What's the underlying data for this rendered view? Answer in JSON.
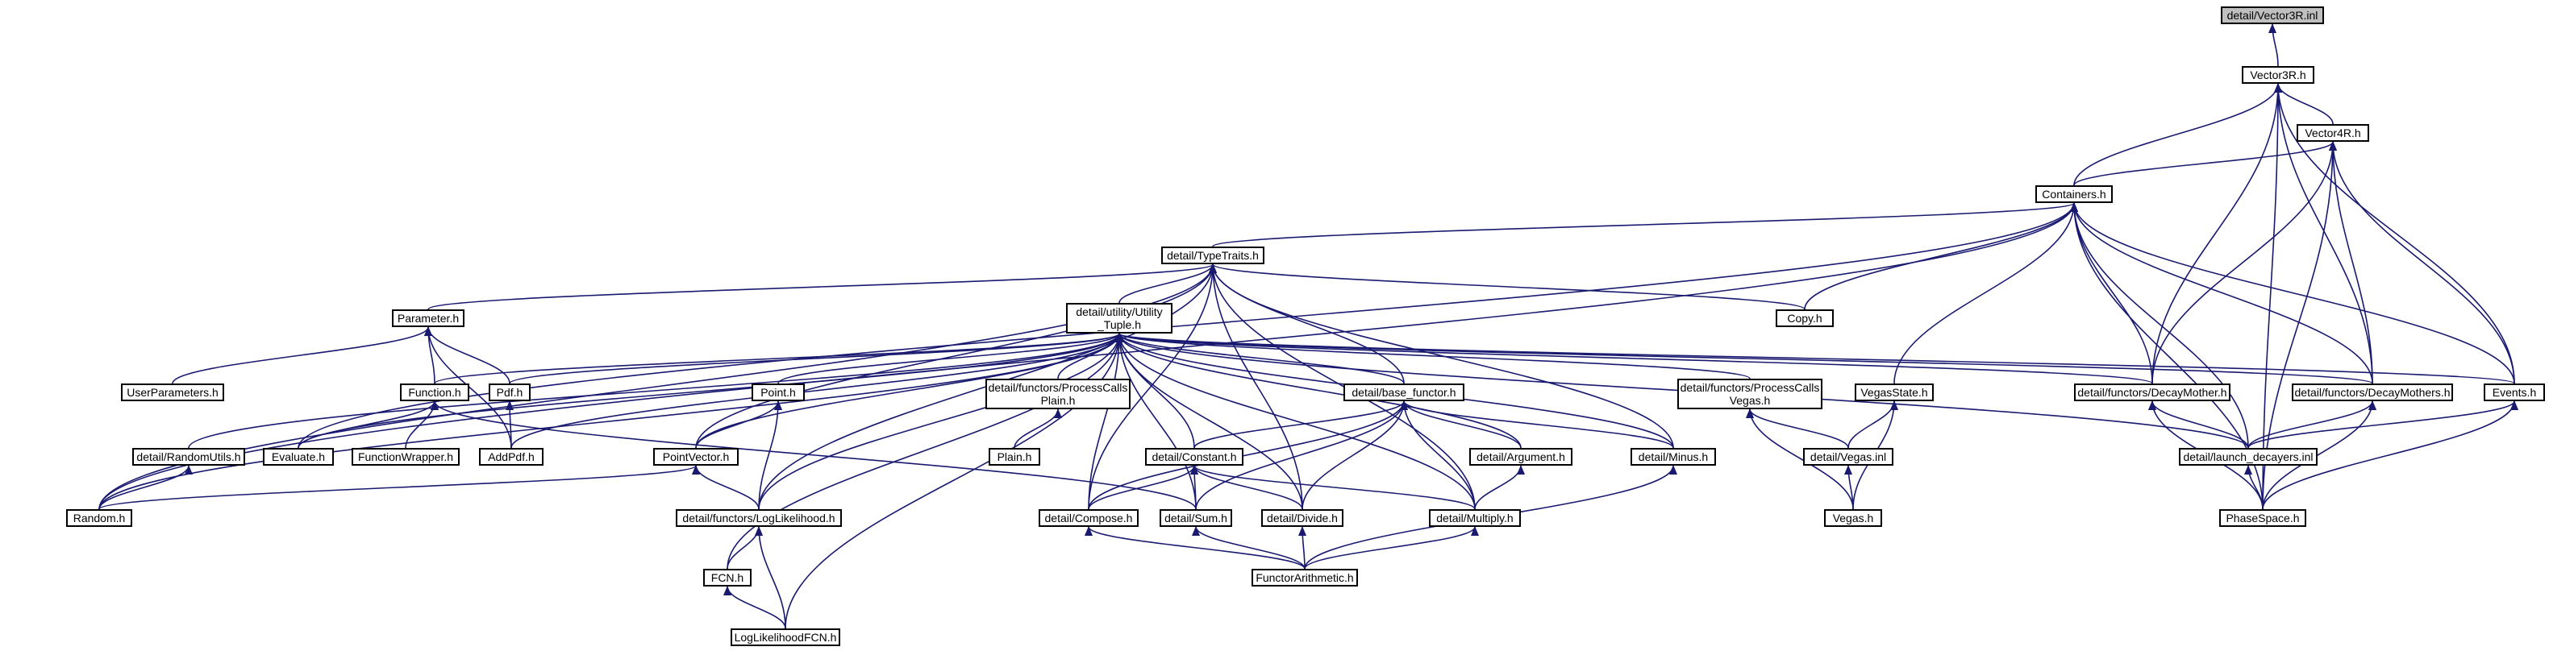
{
  "graph": {
    "edge_color": "#191970",
    "root_fill": "#bfbfbf",
    "nodes": [
      {
        "id": "vector3r_inl",
        "label": "detail/Vector3R.inl",
        "root": true
      },
      {
        "id": "vector3r_h",
        "label": "Vector3R.h"
      },
      {
        "id": "vector4r_h",
        "label": "Vector4R.h"
      },
      {
        "id": "containers_h",
        "label": "Containers.h"
      },
      {
        "id": "typetraits_h",
        "label": "detail/TypeTraits.h"
      },
      {
        "id": "utility_tuple_h",
        "label": "detail/utility/Utility\n_Tuple.h"
      },
      {
        "id": "parameter_h",
        "label": "Parameter.h"
      },
      {
        "id": "copy_h",
        "label": "Copy.h"
      },
      {
        "id": "userparameters_h",
        "label": "UserParameters.h"
      },
      {
        "id": "randomutils_h",
        "label": "detail/RandomUtils.h"
      },
      {
        "id": "evaluate_h",
        "label": "Evaluate.h"
      },
      {
        "id": "function_h",
        "label": "Function.h"
      },
      {
        "id": "pdf_h",
        "label": "Pdf.h"
      },
      {
        "id": "functionwrapper_h",
        "label": "FunctionWrapper.h"
      },
      {
        "id": "addpdf_h",
        "label": "AddPdf.h"
      },
      {
        "id": "point_h",
        "label": "Point.h"
      },
      {
        "id": "pointvector_h",
        "label": "PointVector.h"
      },
      {
        "id": "processcalls_plain_h",
        "label": "detail/functors/ProcessCalls\nPlain.h"
      },
      {
        "id": "plain_h",
        "label": "Plain.h"
      },
      {
        "id": "base_functor_h",
        "label": "detail/base_functor.h"
      },
      {
        "id": "constant_h",
        "label": "detail/Constant.h"
      },
      {
        "id": "argument_h",
        "label": "detail/Argument.h"
      },
      {
        "id": "minus_h",
        "label": "detail/Minus.h"
      },
      {
        "id": "processcalls_vegas_h",
        "label": "detail/functors/ProcessCalls\nVegas.h"
      },
      {
        "id": "vegasstate_h",
        "label": "VegasState.h"
      },
      {
        "id": "vegas_inl",
        "label": "detail/Vegas.inl"
      },
      {
        "id": "vegas_h",
        "label": "Vegas.h"
      },
      {
        "id": "decaymother_h",
        "label": "detail/functors/DecayMother.h"
      },
      {
        "id": "decaymothers_h",
        "label": "detail/functors/DecayMothers.h"
      },
      {
        "id": "events_h",
        "label": "Events.h"
      },
      {
        "id": "launch_decayers_inl",
        "label": "detail/launch_decayers.inl"
      },
      {
        "id": "phasespace_h",
        "label": "PhaseSpace.h"
      },
      {
        "id": "random_h",
        "label": "Random.h"
      },
      {
        "id": "loglikelihood_h",
        "label": "detail/functors/LogLikelihood.h"
      },
      {
        "id": "compose_h",
        "label": "detail/Compose.h"
      },
      {
        "id": "sum_h",
        "label": "detail/Sum.h"
      },
      {
        "id": "divide_h",
        "label": "detail/Divide.h"
      },
      {
        "id": "multiply_h",
        "label": "detail/Multiply.h"
      },
      {
        "id": "fcn_h",
        "label": "FCN.h"
      },
      {
        "id": "functorarithmetic_h",
        "label": "FunctorArithmetic.h"
      },
      {
        "id": "loglikelihoodfcn_h",
        "label": "LogLikelihoodFCN.h"
      }
    ],
    "edges": [
      [
        "vector3r_h",
        "vector3r_inl"
      ],
      [
        "vector4r_h",
        "vector3r_h"
      ],
      [
        "containers_h",
        "vector3r_h"
      ],
      [
        "decaymother_h",
        "vector3r_h"
      ],
      [
        "decaymothers_h",
        "vector3r_h"
      ],
      [
        "events_h",
        "vector3r_h"
      ],
      [
        "phasespace_h",
        "vector3r_h"
      ],
      [
        "containers_h",
        "vector4r_h"
      ],
      [
        "decaymother_h",
        "vector4r_h"
      ],
      [
        "decaymothers_h",
        "vector4r_h"
      ],
      [
        "events_h",
        "vector4r_h"
      ],
      [
        "phasespace_h",
        "vector4r_h"
      ],
      [
        "typetraits_h",
        "containers_h"
      ],
      [
        "copy_h",
        "containers_h"
      ],
      [
        "random_h",
        "containers_h"
      ],
      [
        "evaluate_h",
        "containers_h"
      ],
      [
        "vegasstate_h",
        "containers_h"
      ],
      [
        "decaymother_h",
        "containers_h"
      ],
      [
        "decaymothers_h",
        "containers_h"
      ],
      [
        "events_h",
        "containers_h"
      ],
      [
        "launch_decayers_inl",
        "containers_h"
      ],
      [
        "phasespace_h",
        "containers_h"
      ],
      [
        "utility_tuple_h",
        "typetraits_h"
      ],
      [
        "parameter_h",
        "typetraits_h"
      ],
      [
        "copy_h",
        "typetraits_h"
      ],
      [
        "base_functor_h",
        "typetraits_h"
      ],
      [
        "pointvector_h",
        "typetraits_h"
      ],
      [
        "loglikelihood_h",
        "typetraits_h"
      ],
      [
        "compose_h",
        "typetraits_h"
      ],
      [
        "divide_h",
        "typetraits_h"
      ],
      [
        "minus_h",
        "typetraits_h"
      ],
      [
        "multiply_h",
        "typetraits_h"
      ],
      [
        "random_h",
        "typetraits_h"
      ],
      [
        "userparameters_h",
        "parameter_h"
      ],
      [
        "function_h",
        "parameter_h"
      ],
      [
        "pdf_h",
        "parameter_h"
      ],
      [
        "addpdf_h",
        "parameter_h"
      ],
      [
        "randomutils_h",
        "utility_tuple_h"
      ],
      [
        "evaluate_h",
        "utility_tuple_h"
      ],
      [
        "function_h",
        "utility_tuple_h"
      ],
      [
        "pdf_h",
        "utility_tuple_h"
      ],
      [
        "addpdf_h",
        "utility_tuple_h"
      ],
      [
        "point_h",
        "utility_tuple_h"
      ],
      [
        "pointvector_h",
        "utility_tuple_h"
      ],
      [
        "processcalls_plain_h",
        "utility_tuple_h"
      ],
      [
        "base_functor_h",
        "utility_tuple_h"
      ],
      [
        "constant_h",
        "utility_tuple_h"
      ],
      [
        "argument_h",
        "utility_tuple_h"
      ],
      [
        "minus_h",
        "utility_tuple_h"
      ],
      [
        "processcalls_vegas_h",
        "utility_tuple_h"
      ],
      [
        "decaymother_h",
        "utility_tuple_h"
      ],
      [
        "decaymothers_h",
        "utility_tuple_h"
      ],
      [
        "events_h",
        "utility_tuple_h"
      ],
      [
        "launch_decayers_inl",
        "utility_tuple_h"
      ],
      [
        "random_h",
        "utility_tuple_h"
      ],
      [
        "loglikelihood_h",
        "utility_tuple_h"
      ],
      [
        "compose_h",
        "utility_tuple_h"
      ],
      [
        "sum_h",
        "utility_tuple_h"
      ],
      [
        "divide_h",
        "utility_tuple_h"
      ],
      [
        "multiply_h",
        "utility_tuple_h"
      ],
      [
        "fcn_h",
        "utility_tuple_h"
      ],
      [
        "loglikelihoodfcn_h",
        "utility_tuple_h"
      ],
      [
        "evaluate_h",
        "function_h"
      ],
      [
        "functionwrapper_h",
        "function_h"
      ],
      [
        "sum_h",
        "function_h"
      ],
      [
        "addpdf_h",
        "pdf_h"
      ],
      [
        "pointvector_h",
        "point_h"
      ],
      [
        "loglikelihood_h",
        "point_h"
      ],
      [
        "loglikelihood_h",
        "pointvector_h"
      ],
      [
        "random_h",
        "pointvector_h"
      ],
      [
        "plain_h",
        "processcalls_plain_h"
      ],
      [
        "constant_h",
        "base_functor_h"
      ],
      [
        "argument_h",
        "base_functor_h"
      ],
      [
        "minus_h",
        "base_functor_h"
      ],
      [
        "compose_h",
        "base_functor_h"
      ],
      [
        "sum_h",
        "base_functor_h"
      ],
      [
        "divide_h",
        "base_functor_h"
      ],
      [
        "multiply_h",
        "base_functor_h"
      ],
      [
        "compose_h",
        "constant_h"
      ],
      [
        "sum_h",
        "constant_h"
      ],
      [
        "divide_h",
        "constant_h"
      ],
      [
        "multiply_h",
        "constant_h"
      ],
      [
        "multiply_h",
        "argument_h"
      ],
      [
        "functorarithmetic_h",
        "minus_h"
      ],
      [
        "vegas_inl",
        "processcalls_vegas_h"
      ],
      [
        "vegas_h",
        "processcalls_vegas_h"
      ],
      [
        "vegas_inl",
        "vegasstate_h"
      ],
      [
        "vegas_h",
        "vegasstate_h"
      ],
      [
        "vegas_h",
        "vegas_inl"
      ],
      [
        "launch_decayers_inl",
        "decaymother_h"
      ],
      [
        "phasespace_h",
        "decaymother_h"
      ],
      [
        "launch_decayers_inl",
        "decaymothers_h"
      ],
      [
        "phasespace_h",
        "decaymothers_h"
      ],
      [
        "launch_decayers_inl",
        "events_h"
      ],
      [
        "phasespace_h",
        "events_h"
      ],
      [
        "phasespace_h",
        "launch_decayers_inl"
      ],
      [
        "random_h",
        "randomutils_h"
      ],
      [
        "fcn_h",
        "loglikelihood_h"
      ],
      [
        "loglikelihoodfcn_h",
        "loglikelihood_h"
      ],
      [
        "loglikelihoodfcn_h",
        "fcn_h"
      ],
      [
        "functorarithmetic_h",
        "compose_h"
      ],
      [
        "functorarithmetic_h",
        "sum_h"
      ],
      [
        "functorarithmetic_h",
        "divide_h"
      ],
      [
        "functorarithmetic_h",
        "multiply_h"
      ]
    ]
  }
}
